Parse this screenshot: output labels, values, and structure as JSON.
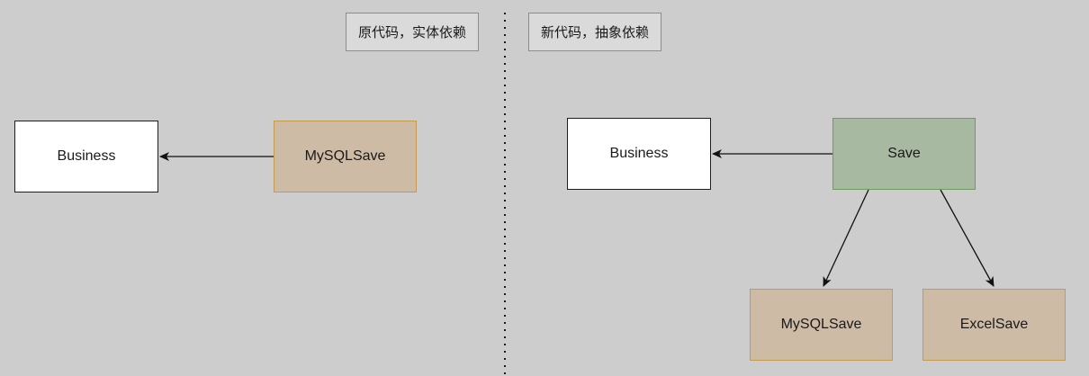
{
  "left": {
    "note": "原代码，实体依赖",
    "business_label": "Business",
    "impl_label": "MySQLSave"
  },
  "right": {
    "note": "新代码，抽象依赖",
    "business_label": "Business",
    "interface_label": "Save",
    "impl1_label": "MySQLSave",
    "impl2_label": "ExcelSave"
  },
  "colors": {
    "background": "#cdcdcd",
    "plain_fill": "#ffffff",
    "impl_fill": "#cdbba6",
    "impl_stroke": "#c69a4e",
    "interface_fill": "#a7b9a1",
    "interface_stroke": "#6f9862"
  }
}
